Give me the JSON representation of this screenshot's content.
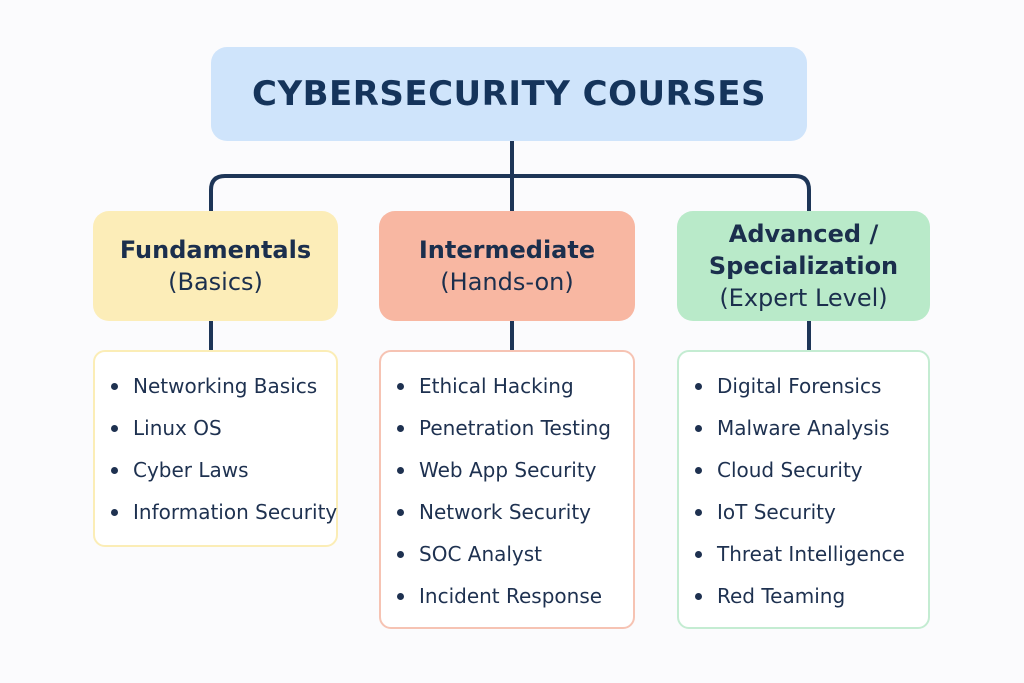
{
  "title": "CYBERSECURITY COURSES",
  "colors": {
    "title_bg": "#cfe4fb",
    "connector": "#1d3557",
    "fundamentals": "#fcedb8",
    "intermediate": "#f8b7a2",
    "advanced": "#b9eac9"
  },
  "categories": [
    {
      "lines": [
        "Fundamentals",
        "(Basics)"
      ],
      "items": [
        "Networking Basics",
        "Linux OS",
        "Cyber Laws",
        "Information Security"
      ]
    },
    {
      "lines": [
        "Intermediate",
        "(Hands-on)"
      ],
      "items": [
        "Ethical Hacking",
        "Penetration Testing",
        "Web App Security",
        "Network Security",
        "SOC Analyst",
        "Incident Response"
      ]
    },
    {
      "lines": [
        "Advanced /",
        "Specialization",
        "(Expert Level)"
      ],
      "items": [
        "Digital Forensics",
        "Malware Analysis",
        "Cloud Security",
        "IoT Security",
        "Threat Intelligence",
        "Red Teaming"
      ]
    }
  ]
}
